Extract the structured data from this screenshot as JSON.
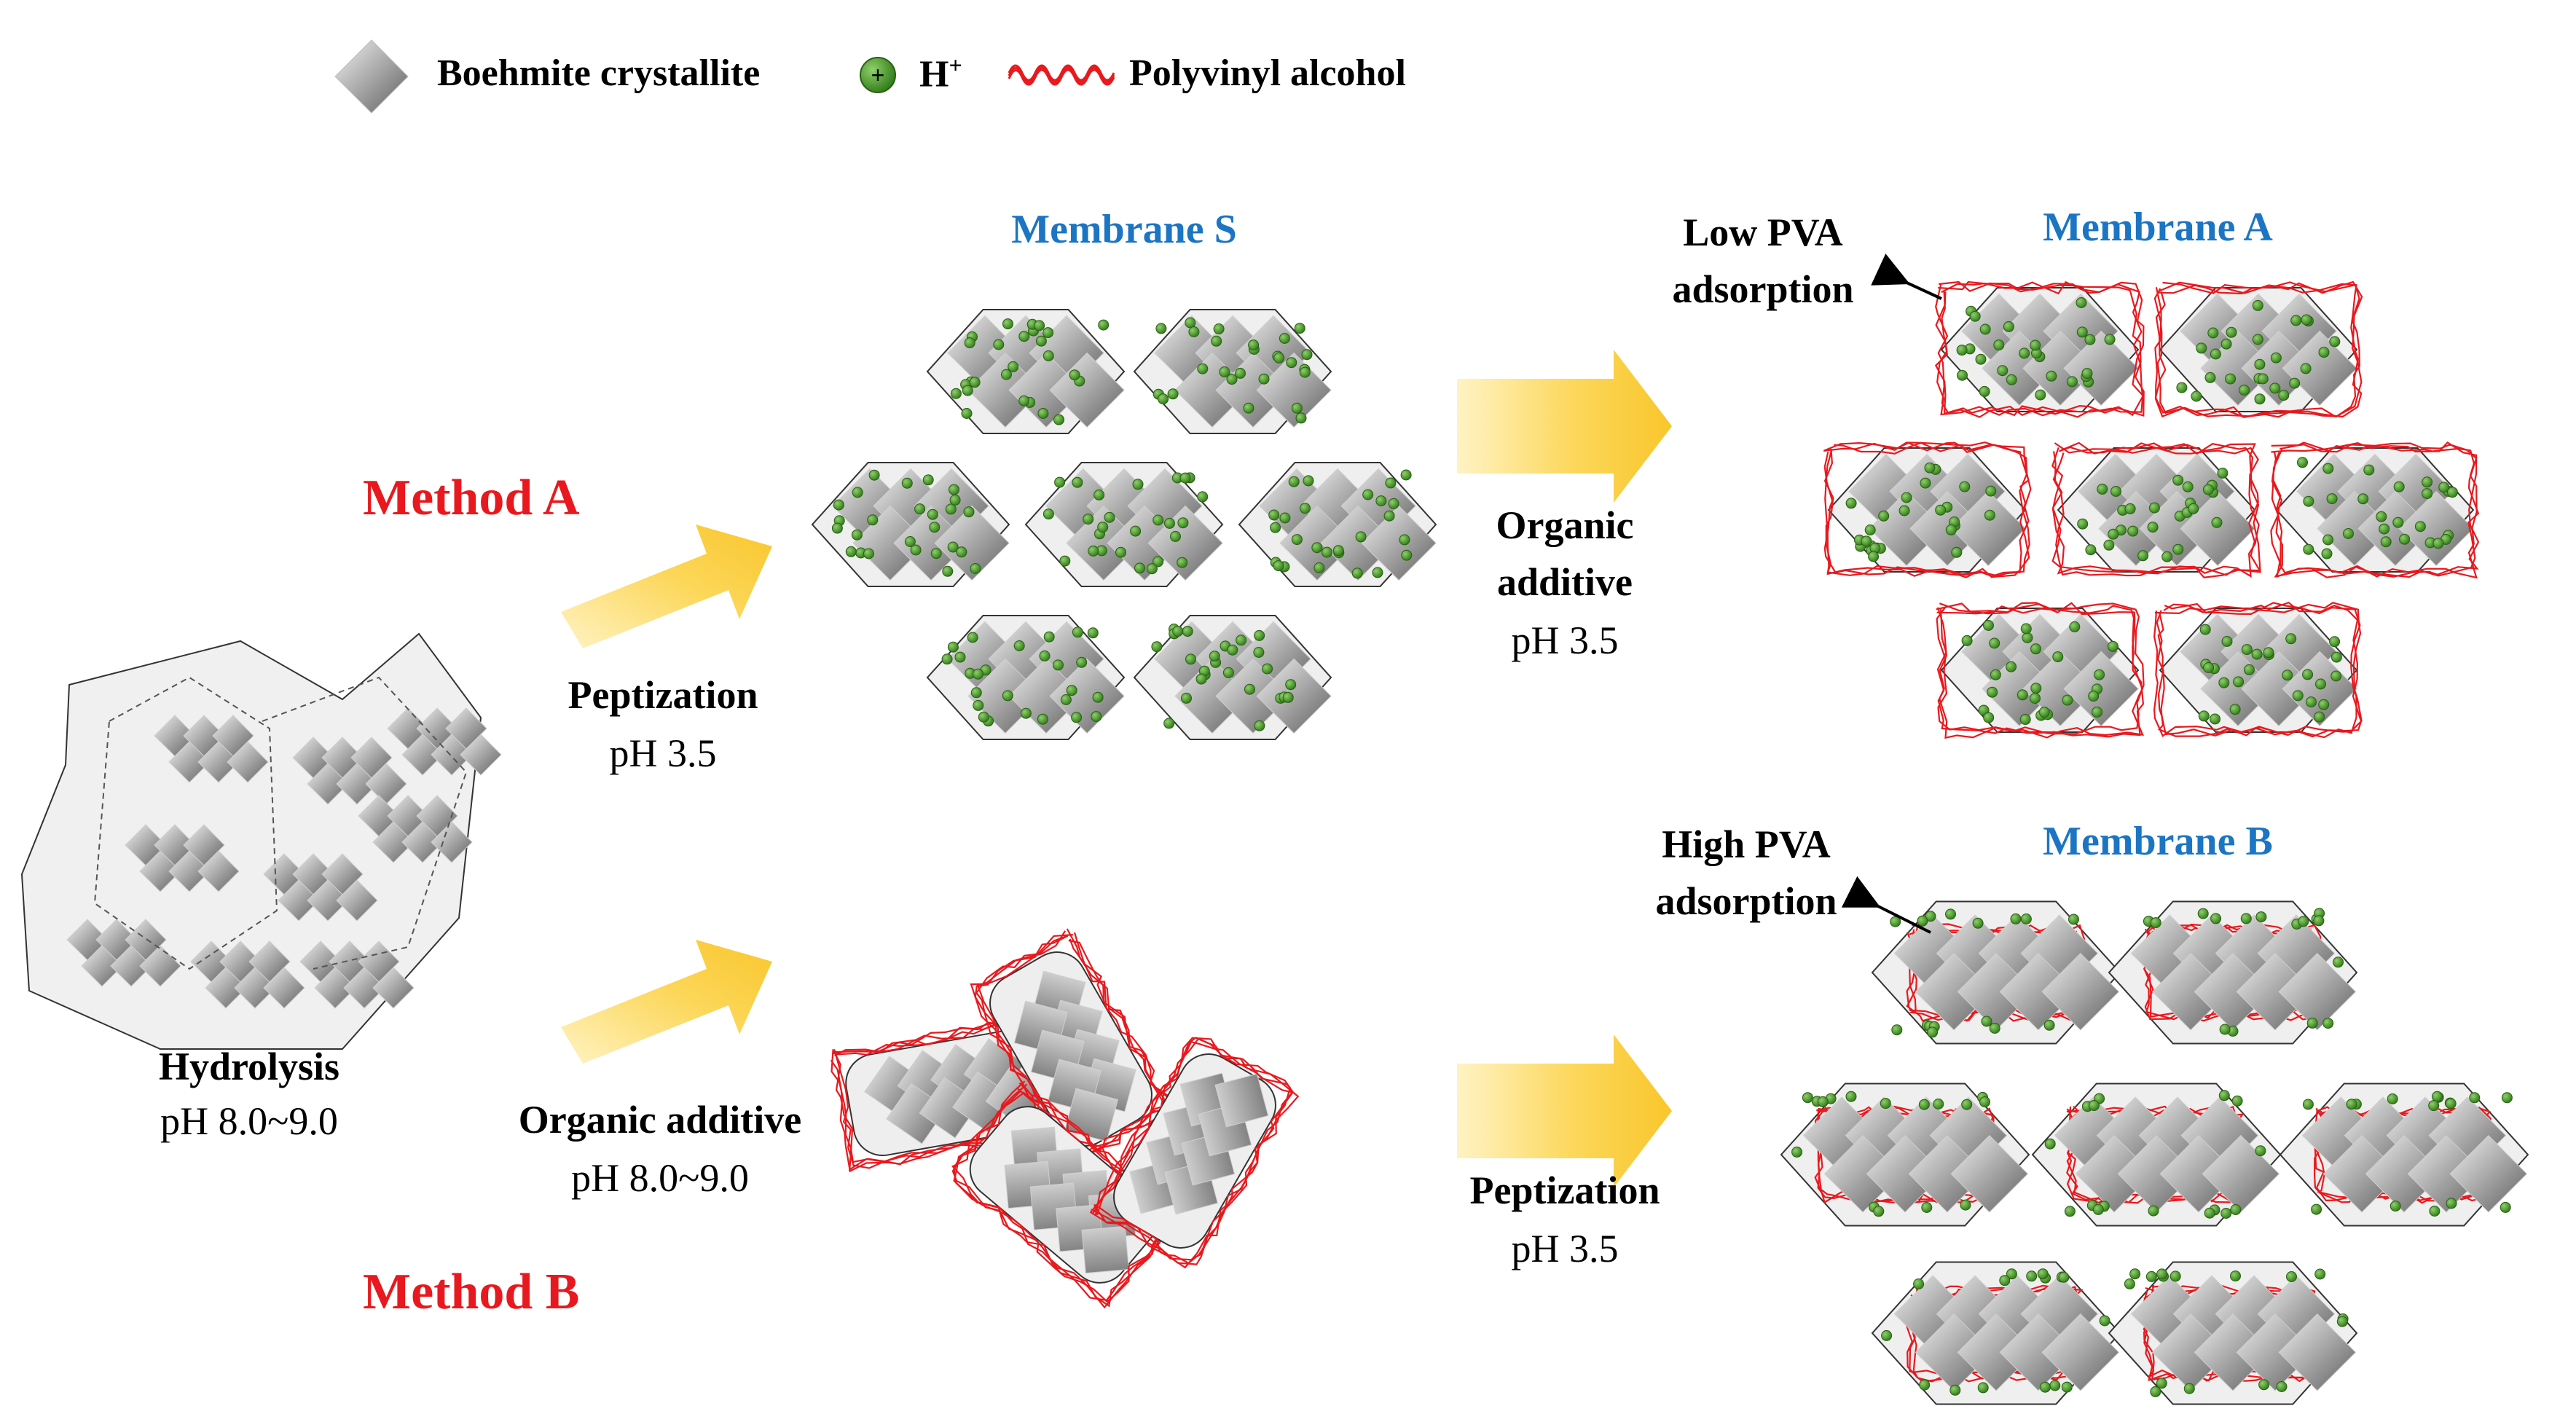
{
  "legend": {
    "crystallite": "Boehmite crystallite",
    "proton": "H",
    "proton_sup": "+",
    "pva": "Polyvinyl alcohol"
  },
  "methods": {
    "a": "Method A",
    "b": "Method B"
  },
  "start": {
    "label": "Hydrolysis",
    "ph": "pH 8.0~9.0"
  },
  "steps": {
    "a1": {
      "label": "Peptization",
      "ph": "pH 3.5"
    },
    "b1": {
      "label": "Organic additive",
      "ph": "pH 8.0~9.0"
    },
    "a2": {
      "label_line1": "Organic",
      "label_line2": "additive",
      "ph": "pH 3.5"
    },
    "b2": {
      "label": "Peptization",
      "ph": "pH 3.5"
    }
  },
  "membranes": {
    "s": "Membrane S",
    "a": "Membrane A",
    "b": "Membrane B"
  },
  "annotations": {
    "low_line1": "Low PVA",
    "low_line2": "adsorption",
    "high_line1": "High PVA",
    "high_line2": "adsorption"
  },
  "colors": {
    "method_red": "#e8191e",
    "membrane_blue": "#1b75c3",
    "arrow_yellow": "#fbd24c",
    "proton_green": "#4e9a2a",
    "pva_red": "#e8191e"
  }
}
